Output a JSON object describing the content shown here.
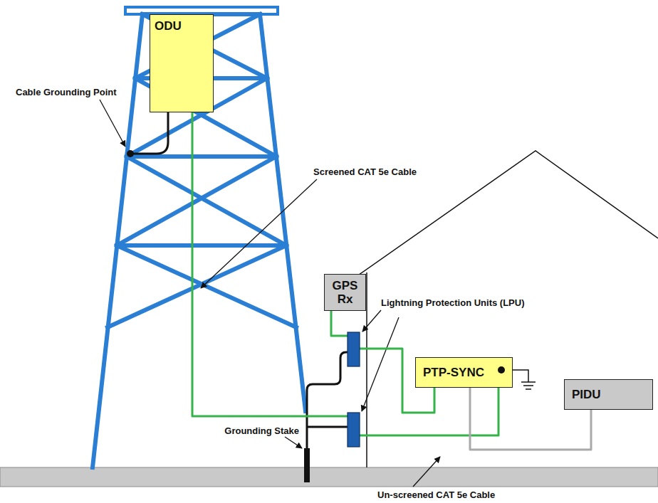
{
  "diagram": {
    "nodes": [
      {
        "text": [
          "ODU"
        ]
      },
      {
        "text": [
          "GPS Rx"
        ]
      },
      {
        "text": [
          "PTP-SYNC"
        ]
      },
      {
        "text": [
          "PIDU"
        ]
      }
    ],
    "edges": [
      {
        "from": 0,
        "to": 2,
        "arrow": "none"
      },
      {
        "from": 1,
        "to": 2,
        "arrow": "none"
      },
      {
        "from": 2,
        "to": 3,
        "arrow": "none"
      }
    ],
    "labels": [
      "Cable Grounding Point",
      "Screened CAT 5e Cable",
      "Lightning Protection Units (LPU)",
      "Grounding Stake",
      "Un-screened CAT 5e Cable"
    ]
  }
}
